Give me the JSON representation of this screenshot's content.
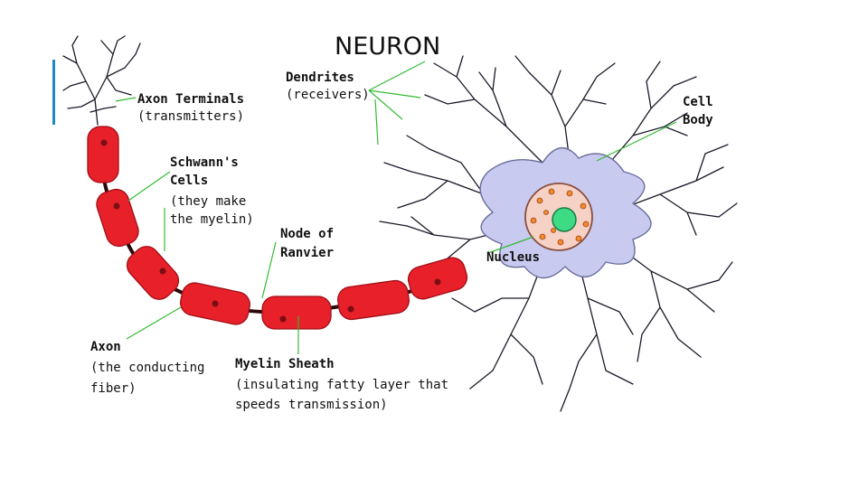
{
  "title": "NEURON",
  "labels": {
    "dendrites": {
      "name": "Dendrites",
      "note": "(receivers)"
    },
    "axon_terminals": {
      "name": "Axon Terminals",
      "note": "(transmitters)"
    },
    "cell_body": {
      "line1": "Cell",
      "line2": "Body"
    },
    "schwann": {
      "line1": "Schwann's",
      "line2": "Cells",
      "note1": "(they make",
      "note2": "the myelin)"
    },
    "node_ranvier": {
      "line1": "Node of",
      "line2": "Ranvier"
    },
    "nucleus": {
      "name": "Nucleus"
    },
    "axon": {
      "name": "Axon",
      "note1": "(the conducting",
      "note2": "fiber)"
    },
    "myelin": {
      "name": "Myelin Sheath",
      "note1": "(insulating fatty layer that",
      "note2": "speeds transmission)"
    }
  },
  "colors": {
    "accent_bar": "#1e88c8",
    "myelin": "#e8202a",
    "cell_body": "#c8caf0",
    "nucleus": "#3ddc84",
    "leader_lines": "#33bb33"
  }
}
